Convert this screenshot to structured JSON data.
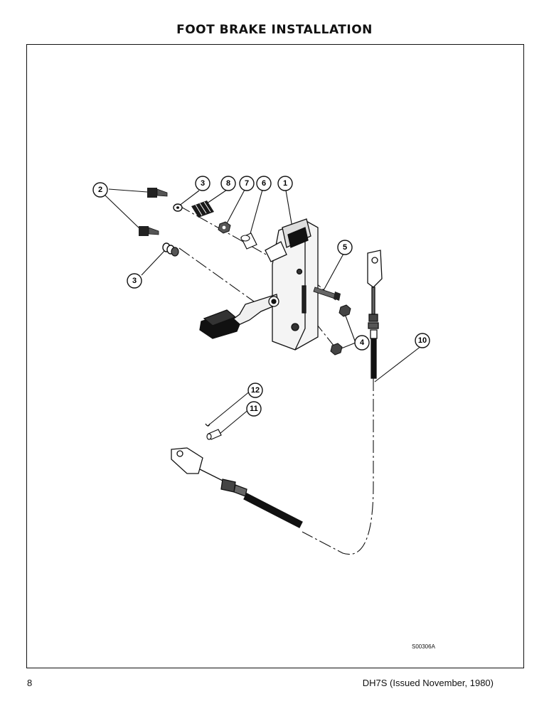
{
  "title": "FOOT BRAKE INSTALLATION",
  "callouts": [
    "1",
    "2",
    "3",
    "4",
    "5",
    "6",
    "7",
    "8",
    "10",
    "11",
    "12"
  ],
  "drawing_code": "S00306A",
  "page_number": "8",
  "doc_id": "DH7S (Issued November, 1980)"
}
